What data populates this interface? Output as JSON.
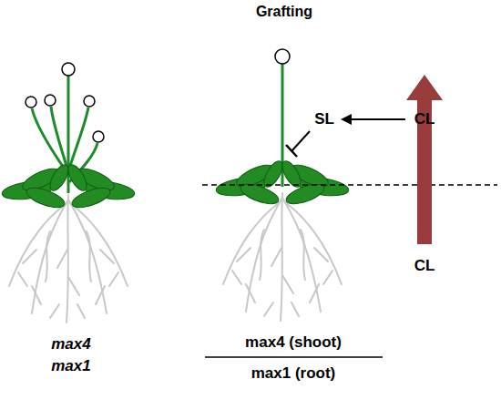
{
  "diagram": {
    "labels": [
      "Grafting",
      "SL",
      "CL",
      "CL",
      "max4",
      "max1",
      "max4 (shoot)",
      "max1 (root)"
    ]
  }
}
